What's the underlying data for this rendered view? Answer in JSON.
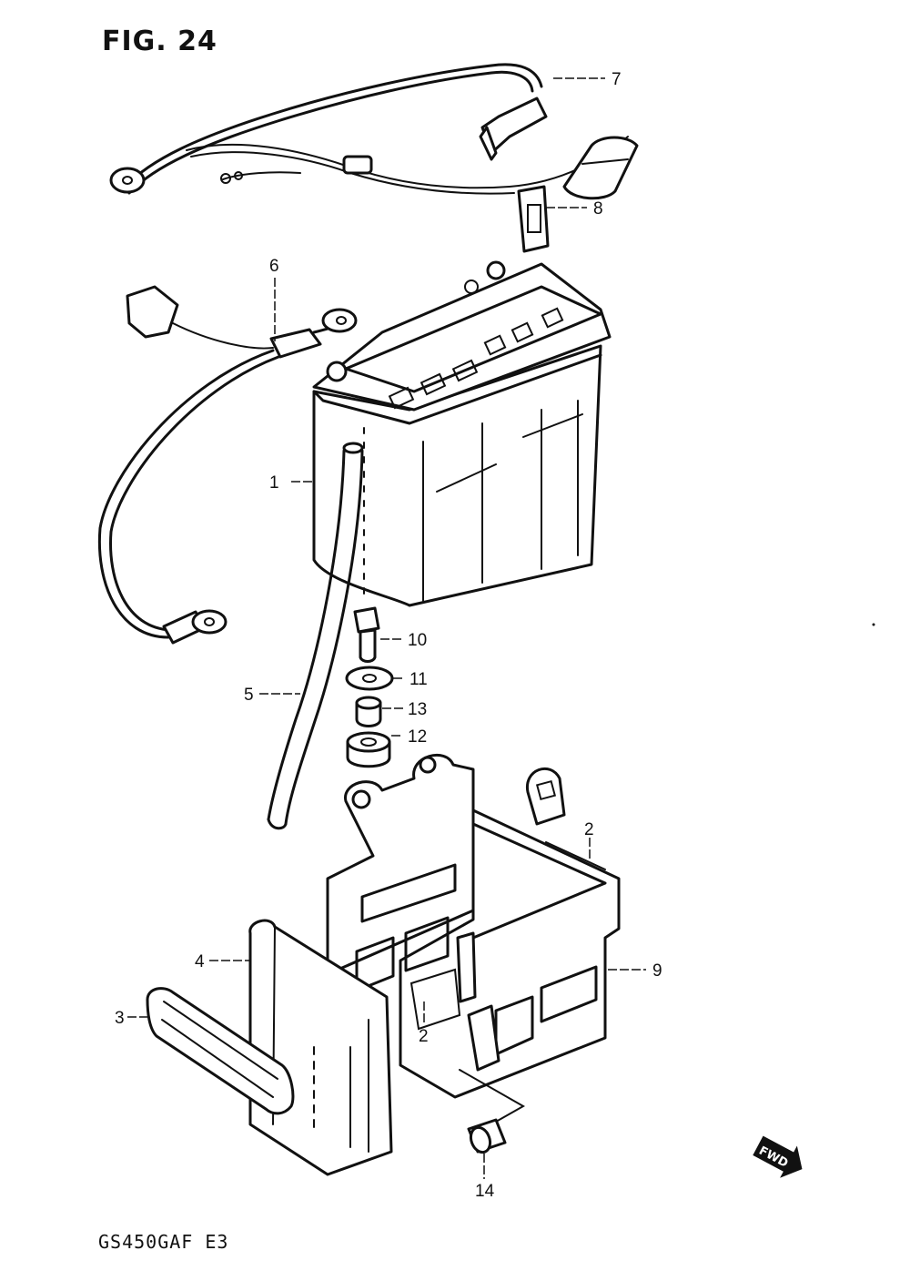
{
  "figure": {
    "title": "FIG. 24"
  },
  "model_code": "GS450GAF E3",
  "fwd_label": "FWD",
  "callouts": [
    {
      "id": "1",
      "text": "1"
    },
    {
      "id": "2a",
      "text": "2"
    },
    {
      "id": "2b",
      "text": "2"
    },
    {
      "id": "3",
      "text": "3"
    },
    {
      "id": "4",
      "text": "4"
    },
    {
      "id": "5",
      "text": "5"
    },
    {
      "id": "6",
      "text": "6"
    },
    {
      "id": "7",
      "text": "7"
    },
    {
      "id": "8",
      "text": "8"
    },
    {
      "id": "9",
      "text": "9"
    },
    {
      "id": "10",
      "text": "10"
    },
    {
      "id": "11",
      "text": "11"
    },
    {
      "id": "12",
      "text": "12"
    },
    {
      "id": "13",
      "text": "13"
    },
    {
      "id": "14",
      "text": "14"
    }
  ]
}
